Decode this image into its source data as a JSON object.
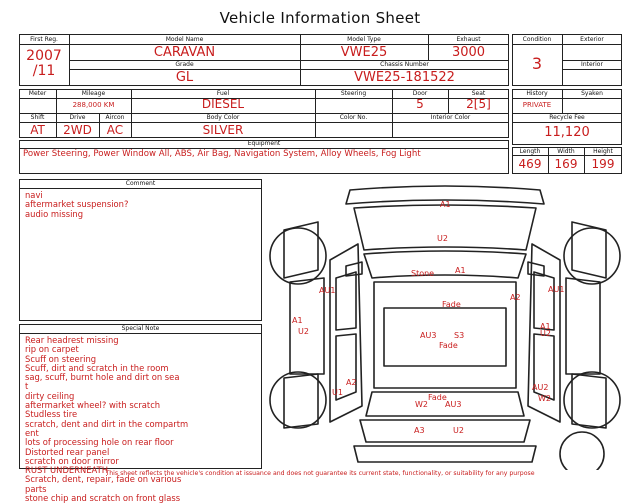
{
  "title": "Vehicle Information Sheet",
  "labels": {
    "first_reg": "First Reg.",
    "model_name": "Model Name",
    "model_type": "Model Type",
    "exhaust": "Exhaust",
    "grade": "Grade",
    "chassis_number": "Chassis Number",
    "condition": "Condition",
    "exterior": "Exterior",
    "interior": "Interior",
    "meter": "Meter",
    "mileage": "Mileage",
    "fuel": "Fuel",
    "steering": "Steering",
    "door": "Door",
    "seat": "Seat",
    "history": "History",
    "syaken": "Syaken",
    "shift": "Shift",
    "drive": "Drive",
    "aircon": "Aircon",
    "body_color": "Body Color",
    "color_no": "Color No.",
    "interior_color": "Interior Color",
    "recycle_fee": "Recycle Fee",
    "equipment": "Equipment",
    "length": "Length",
    "width": "Width",
    "height": "Height",
    "comment": "Comment",
    "special_note": "Special Note"
  },
  "values": {
    "first_reg_year": "2007",
    "first_reg_month": "/11",
    "model_name": "CARAVAN",
    "model_type": "VWE25",
    "exhaust": "3000",
    "grade": "GL",
    "chassis_number": "VWE25-181522",
    "condition": "3",
    "mileage": "288,000 KM",
    "fuel": "DIESEL",
    "door": "5",
    "seat": "2[5]",
    "history": "PRIVATE",
    "shift": "AT",
    "drive": "2WD",
    "aircon": "AC",
    "body_color": "SILVER",
    "recycle_fee": "11,120",
    "equipment": "Power Steering, Power Window  All, ABS, Air Bag, Navigation System, Alloy Wheels, Fog Light",
    "length": "469",
    "width": "169",
    "height": "199"
  },
  "comment_lines": [
    "navi",
    "aftermarket suspension?",
    "audio missing"
  ],
  "special_note_lines": [
    "Rear headrest missing",
    "rip on carpet",
    "Scuff on steering",
    "Scuff, dirt and scratch in the room",
    "sag, scuff, burnt hole and dirt on sea",
    "t",
    "dirty ceiling",
    "aftermarket wheel? with scratch",
    "Studless tire",
    "scratch, dent and dirt in the compartm",
    "ent",
    "lots of processing hole on rear floor",
    "Distorted rear panel",
    "scratch on door mirror",
    "RUST UNDERNEATH",
    "Scratch, dent, repair, fade on various",
    "  parts",
    "stone chip and scratch on front glass"
  ],
  "damage_marks": {
    "m1": "A1",
    "m2": "U2",
    "m3": "Stone",
    "m4": "A1",
    "m5": "AU1",
    "m6": "Fade",
    "m7": "A2",
    "m8": "AU1",
    "m9": "A1",
    "m10": "U2",
    "m11": "AU3",
    "m12": "S3",
    "m13": "A1",
    "m14": "U2",
    "m15": "Fade",
    "m16": "A2",
    "m17": "U1",
    "m18": "AU2",
    "m19": "W2",
    "m20": "Fade",
    "m21": "W2",
    "m22": "AU3",
    "m23": "A3",
    "m24": "U2"
  },
  "footer": "This sheet reflects the vehicle's condition at issuance and does not guarantee its current state, functionality, or suitability for any purpose"
}
